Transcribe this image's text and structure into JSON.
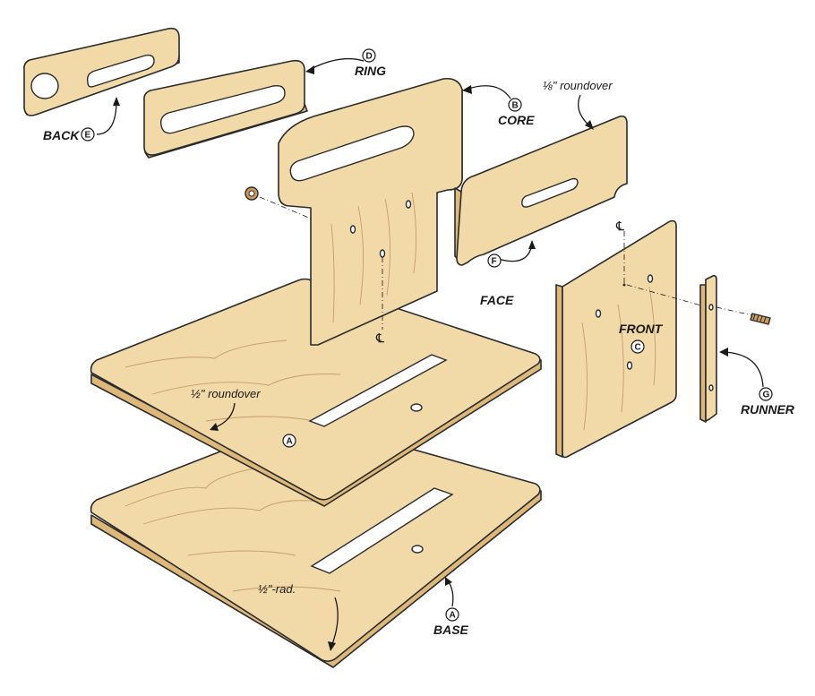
{
  "parts": {
    "back": {
      "name": "BACK",
      "letter": "E"
    },
    "ring": {
      "name": "RING",
      "letter": "D"
    },
    "core": {
      "name": "CORE",
      "letter": "B"
    },
    "face": {
      "name": "FACE",
      "letter": "F"
    },
    "front": {
      "name": "FRONT",
      "letter": "C"
    },
    "runner": {
      "name": "RUNNER",
      "letter": "G"
    },
    "base": {
      "name": "BASE",
      "letter": "A"
    },
    "top_plate": {
      "letter": "A"
    }
  },
  "notes": {
    "face_roundover": "⅛\" roundover",
    "plate_roundover": "½\" roundover",
    "base_radius": "½\"-rad."
  },
  "symbols": {
    "centerline": "℄"
  },
  "colors": {
    "wood_face": "#f2d9a8",
    "wood_edge": "#ddb87a",
    "outline": "#2b2b2b"
  }
}
